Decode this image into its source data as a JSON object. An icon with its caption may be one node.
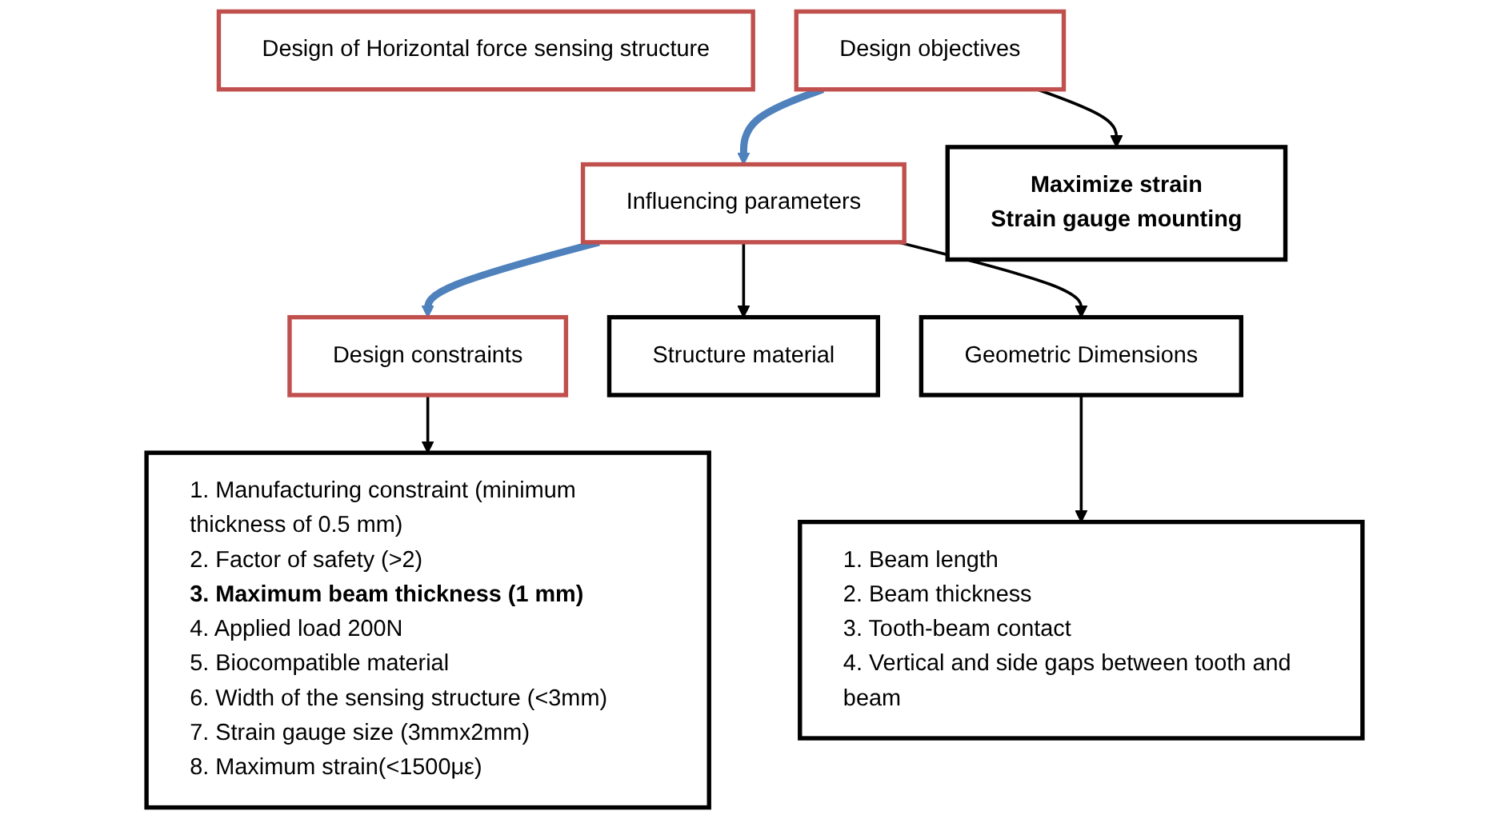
{
  "diagram": {
    "nodes": [
      {
        "text": [
          "Design of Horizontal force sensing structure"
        ]
      },
      {
        "text": [
          "Design objectives"
        ]
      },
      {
        "text": [
          "Influencing parameters"
        ]
      },
      {
        "text": [
          "Design constraints"
        ]
      },
      {
        "text": [
          "Maximize strain",
          "Strain gauge mounting"
        ]
      },
      {
        "text": [
          "Structure material"
        ]
      },
      {
        "text": [
          "Geometric Dimensions"
        ]
      },
      {
        "text": [
          "1. Beam length",
          "2. Beam thickness",
          "3. Tooth-beam contact",
          "4. Vertical and side gaps between tooth and beam"
        ]
      },
      {
        "text": [
          "1. Manufacturing constraint (minimum thickness of 0.5 mm)",
          "2. Factor of safety (>2)",
          "**3. Maximum beam thickness (1 mm)**",
          "4. Applied load 200N",
          "5. Biocompatible material",
          "6. Width of the sensing structure (<3mm)",
          "7. Strain gauge size (3mmx2mm)",
          "8. Maximum strain(<1500με)"
        ]
      }
    ],
    "edges": [
      {
        "from": 1,
        "to": 2,
        "arrow": "to",
        "style": "thick",
        "color": "#4f81bd"
      },
      {
        "from": 2,
        "to": 3,
        "arrow": "to",
        "style": "thick",
        "color": "#4f81bd"
      },
      {
        "from": 1,
        "to": 4,
        "arrow": "to"
      },
      {
        "from": 2,
        "to": 5,
        "arrow": "to"
      },
      {
        "from": 2,
        "to": 6,
        "arrow": "to"
      },
      {
        "from": 6,
        "to": 7,
        "arrow": "to"
      },
      {
        "from": 3,
        "to": 8,
        "arrow": "to"
      }
    ]
  }
}
